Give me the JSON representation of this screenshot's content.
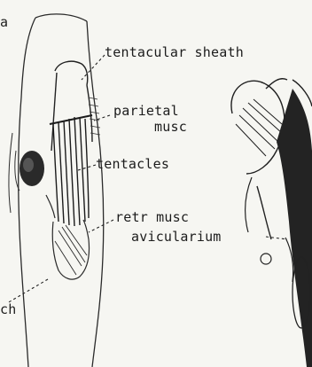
{
  "labels": {
    "tentacular_sheath": "tentacular sheath",
    "parietal": "parietal",
    "musc": "musc",
    "tentacles": "tentacles",
    "retr_musc": "retr musc",
    "avicularium": "avicularium",
    "stomach_fragment": "ch",
    "corner_fragment": "a"
  },
  "colors": {
    "ink": "#1c1c1c",
    "paper": "#f6f6f2",
    "mass": "#2a2a2a"
  }
}
